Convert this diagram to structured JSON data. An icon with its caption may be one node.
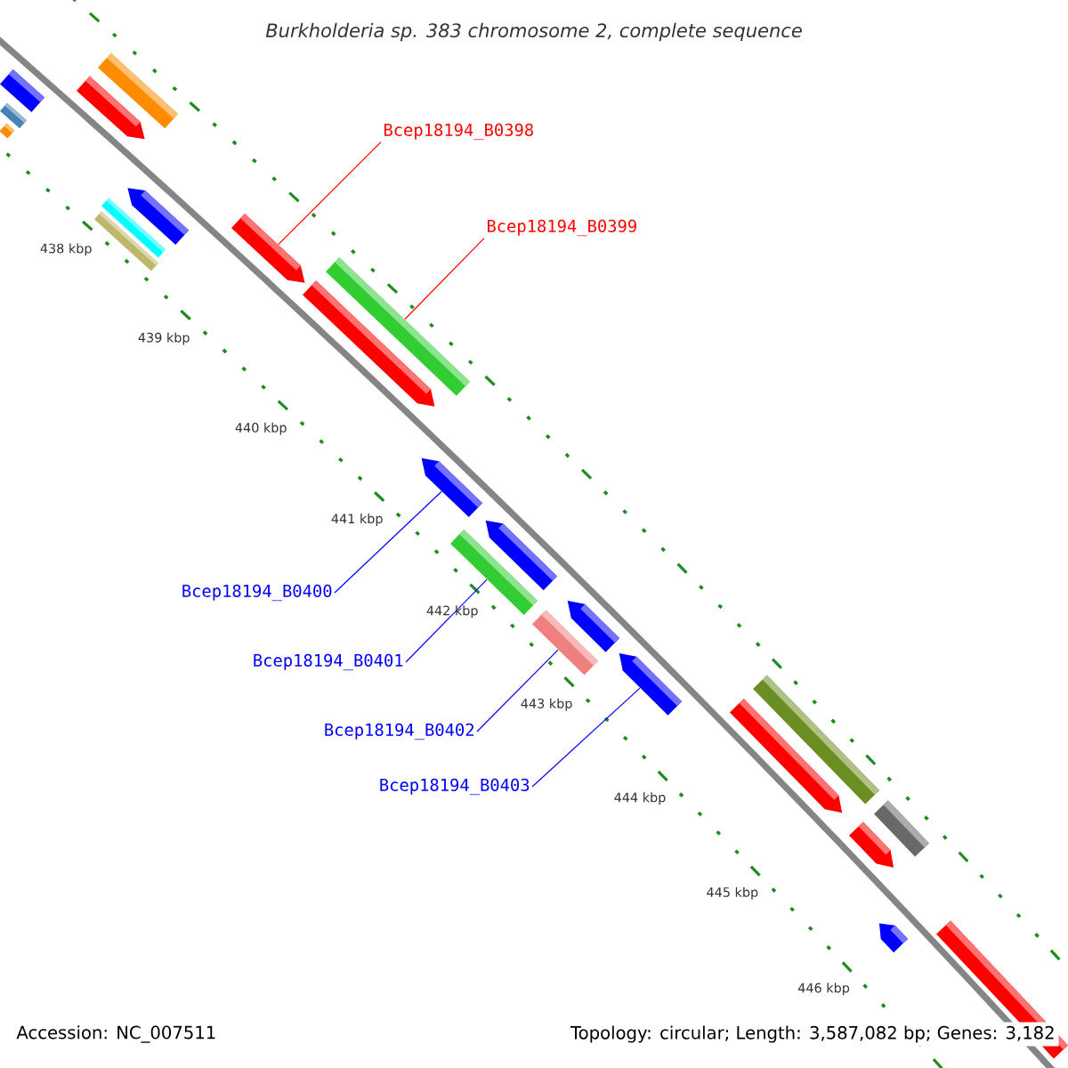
{
  "diagram": {
    "title": "Burkholderia sp. 383 chromosome 2, complete sequence",
    "nodes": [
      {
        "text": [],
        "shape": "bar"
      },
      {
        "text": [],
        "shape": "bar"
      },
      {
        "text": [],
        "shape": "bar"
      },
      {
        "text": [],
        "shape": "bar"
      },
      {
        "text": [],
        "shape": "pentagon"
      },
      {
        "text": [],
        "shape": "pentagon"
      },
      {
        "text": [],
        "shape": "bar"
      },
      {
        "text": [],
        "shape": "bar"
      },
      {
        "text": [],
        "shape": "pentagon"
      },
      {
        "text": [],
        "shape": "pentagon"
      },
      {
        "text": [],
        "shape": "bar"
      },
      {
        "text": [],
        "shape": "pentagon"
      },
      {
        "text": [],
        "shape": "pentagon"
      },
      {
        "text": [],
        "shape": "bar"
      },
      {
        "text": [],
        "shape": "pentagon"
      },
      {
        "text": [],
        "shape": "bar"
      },
      {
        "text": [],
        "shape": "pentagon"
      },
      {
        "text": [],
        "shape": "bar"
      },
      {
        "text": [],
        "shape": "pentagon"
      },
      {
        "text": [],
        "shape": "bar"
      },
      {
        "text": [],
        "shape": "pentagon"
      },
      {
        "text": [],
        "shape": "pentagon"
      },
      {
        "text": [],
        "shape": "bar"
      },
      {
        "text": [
          "Bcep18194_B0398"
        ]
      },
      {
        "text": [
          "Bcep18194_B0399"
        ]
      },
      {
        "text": [
          "Bcep18194_B0400"
        ]
      },
      {
        "text": [
          "Bcep18194_B0401"
        ]
      },
      {
        "text": [
          "Bcep18194_B0402"
        ]
      },
      {
        "text": [
          "Bcep18194_B0403"
        ]
      }
    ],
    "edges": [
      {
        "from": 23,
        "to": 8,
        "arrow": "none",
        "color": "#ff0000"
      },
      {
        "from": 24,
        "to": 10,
        "arrow": "none",
        "color": "#ff0000"
      },
      {
        "from": 25,
        "to": 11,
        "arrow": "none"
      },
      {
        "from": 26,
        "to": 13,
        "arrow": "none"
      },
      {
        "from": 27,
        "to": 15,
        "arrow": "none"
      },
      {
        "from": 28,
        "to": 16,
        "arrow": "none"
      }
    ],
    "labels": [
      "438 kbp",
      "439 kbp",
      "440 kbp",
      "441 kbp",
      "442 kbp",
      "443 kbp",
      "444 kbp",
      "445 kbp",
      "446 kbp",
      "Accession: NC_007511",
      "Topology: circular; Length: 3,587,082 bp; Genes: 3,182"
    ]
  }
}
